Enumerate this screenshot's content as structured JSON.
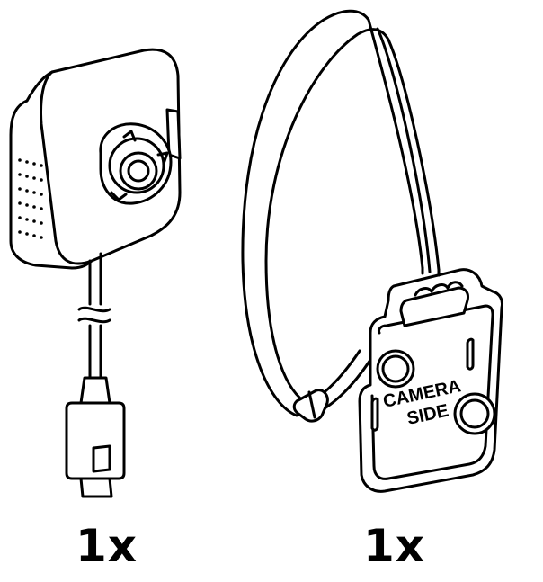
{
  "items": [
    {
      "name": "camera-module",
      "quantity": "1x"
    },
    {
      "name": "lanyard-mount",
      "quantity": "1x",
      "label_line1": "CAMERA",
      "label_line2": "SIDE"
    }
  ]
}
